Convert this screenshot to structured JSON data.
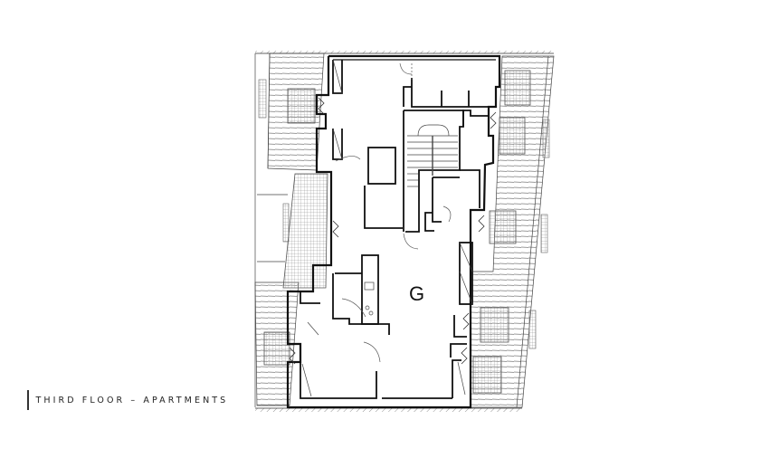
{
  "caption": {
    "title": "THIRD FLOOR – APARTMENTS"
  },
  "plan": {
    "unit_label": "G",
    "colors": {
      "wall": "#111111",
      "line": "#333333",
      "hatch": "#777777",
      "grid": "#8a8a8a",
      "background": "#ffffff"
    },
    "elements": [
      {
        "name": "stair-core",
        "type": "staircase"
      },
      {
        "name": "lift-shaft",
        "type": "lift"
      },
      {
        "name": "kitchen-counter",
        "type": "kitchen"
      },
      {
        "name": "terrace-west",
        "type": "terrace"
      },
      {
        "name": "terrace-east",
        "type": "terrace"
      },
      {
        "name": "planter-boxes",
        "type": "planter"
      }
    ]
  }
}
